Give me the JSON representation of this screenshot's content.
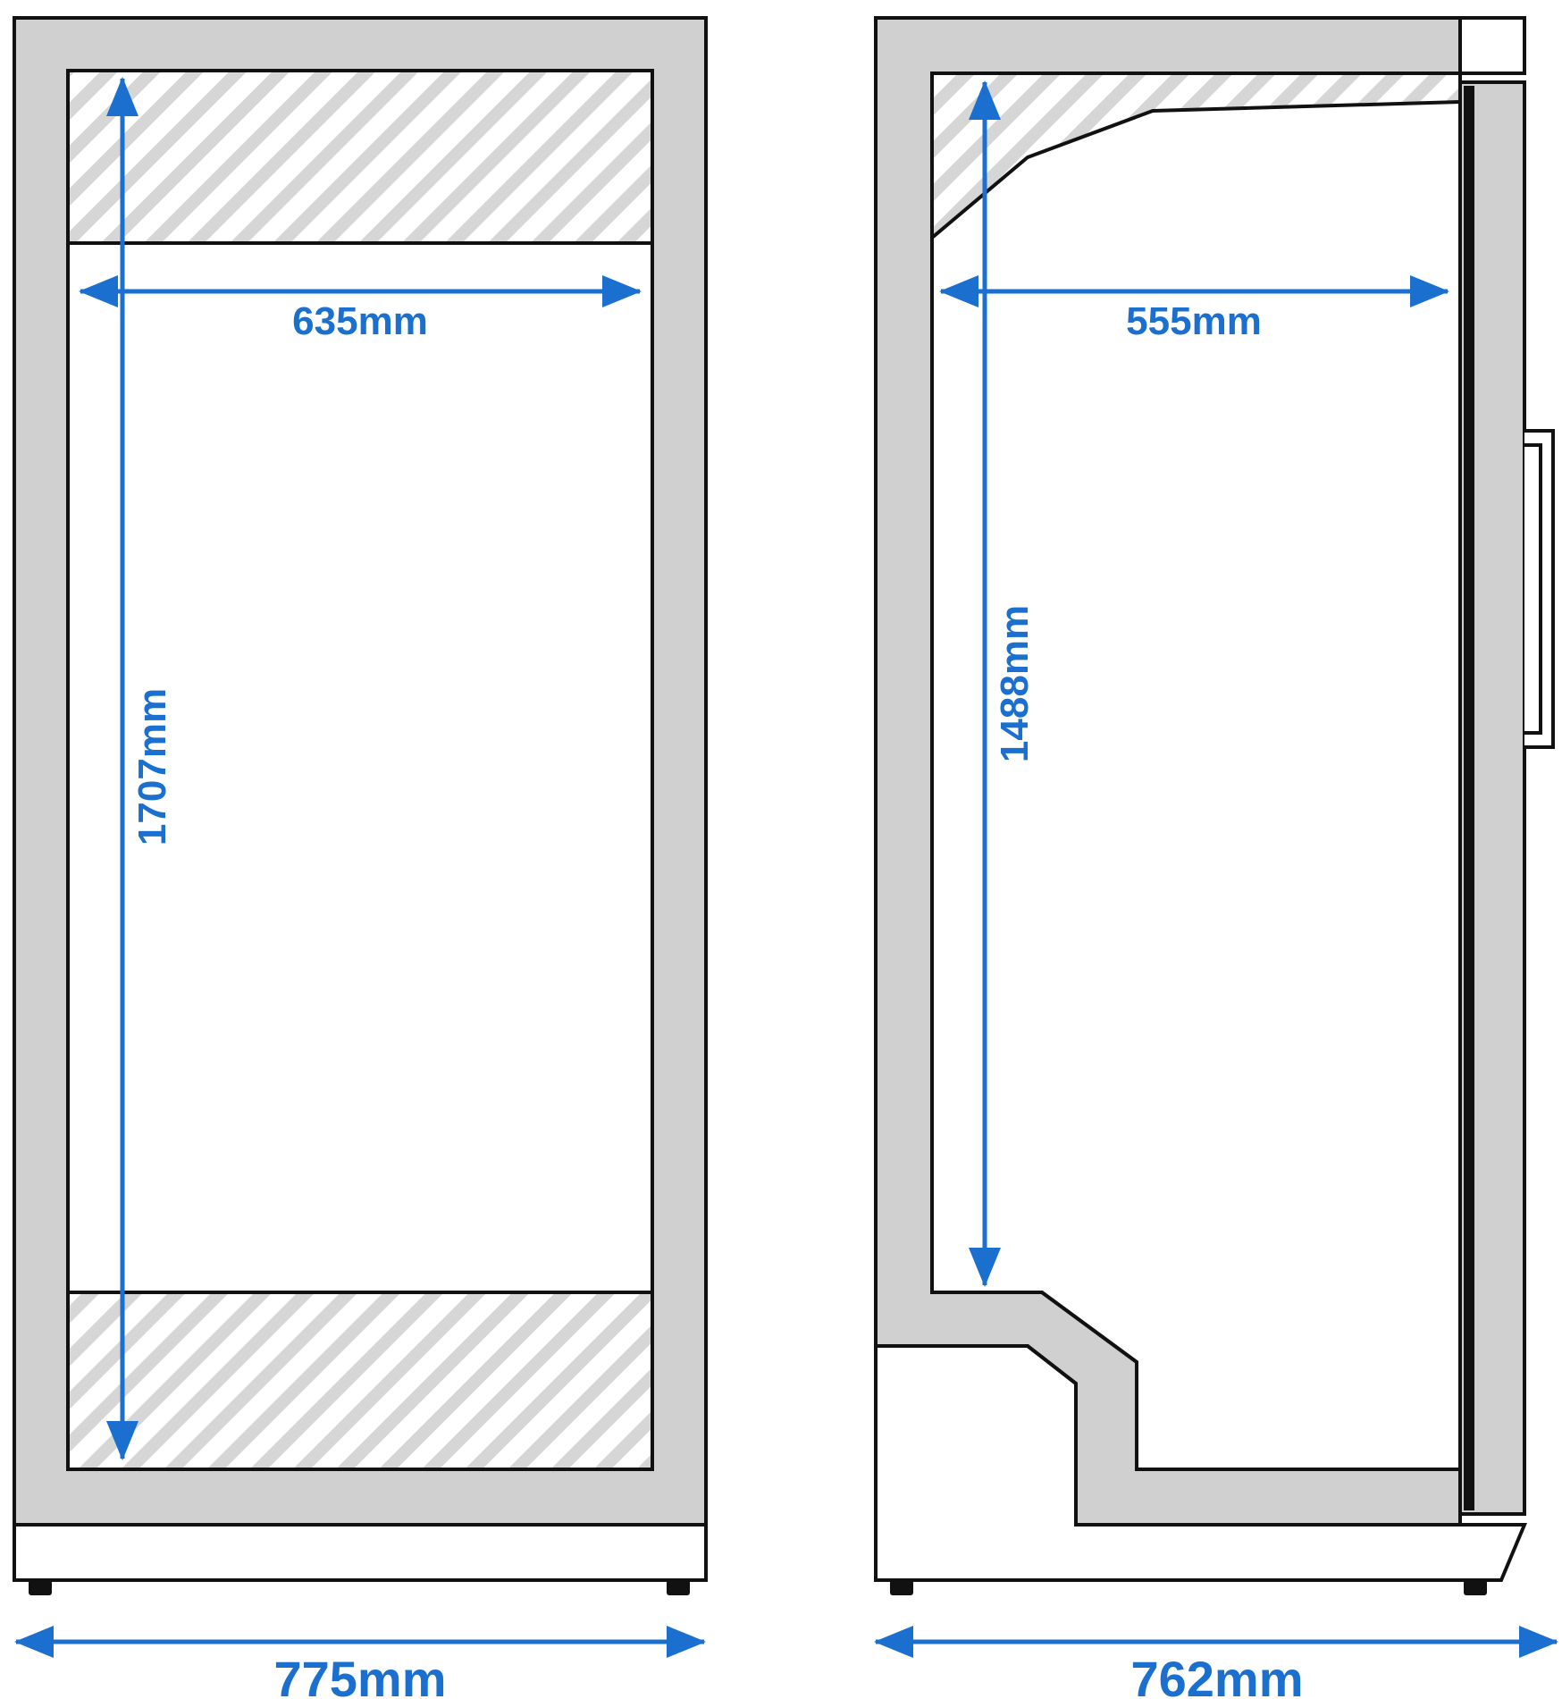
{
  "colors": {
    "accent": "#1a6fcf",
    "panel": "#d0d0d0",
    "outline": "#111111",
    "hatch": "#c8c8c8",
    "background": "#ffffff"
  },
  "front_view": {
    "interior_width": "635mm",
    "interior_height": "1707mm",
    "overall_width": "775mm"
  },
  "side_view": {
    "interior_depth": "555mm",
    "interior_height": "1488mm",
    "overall_depth": "762mm"
  }
}
